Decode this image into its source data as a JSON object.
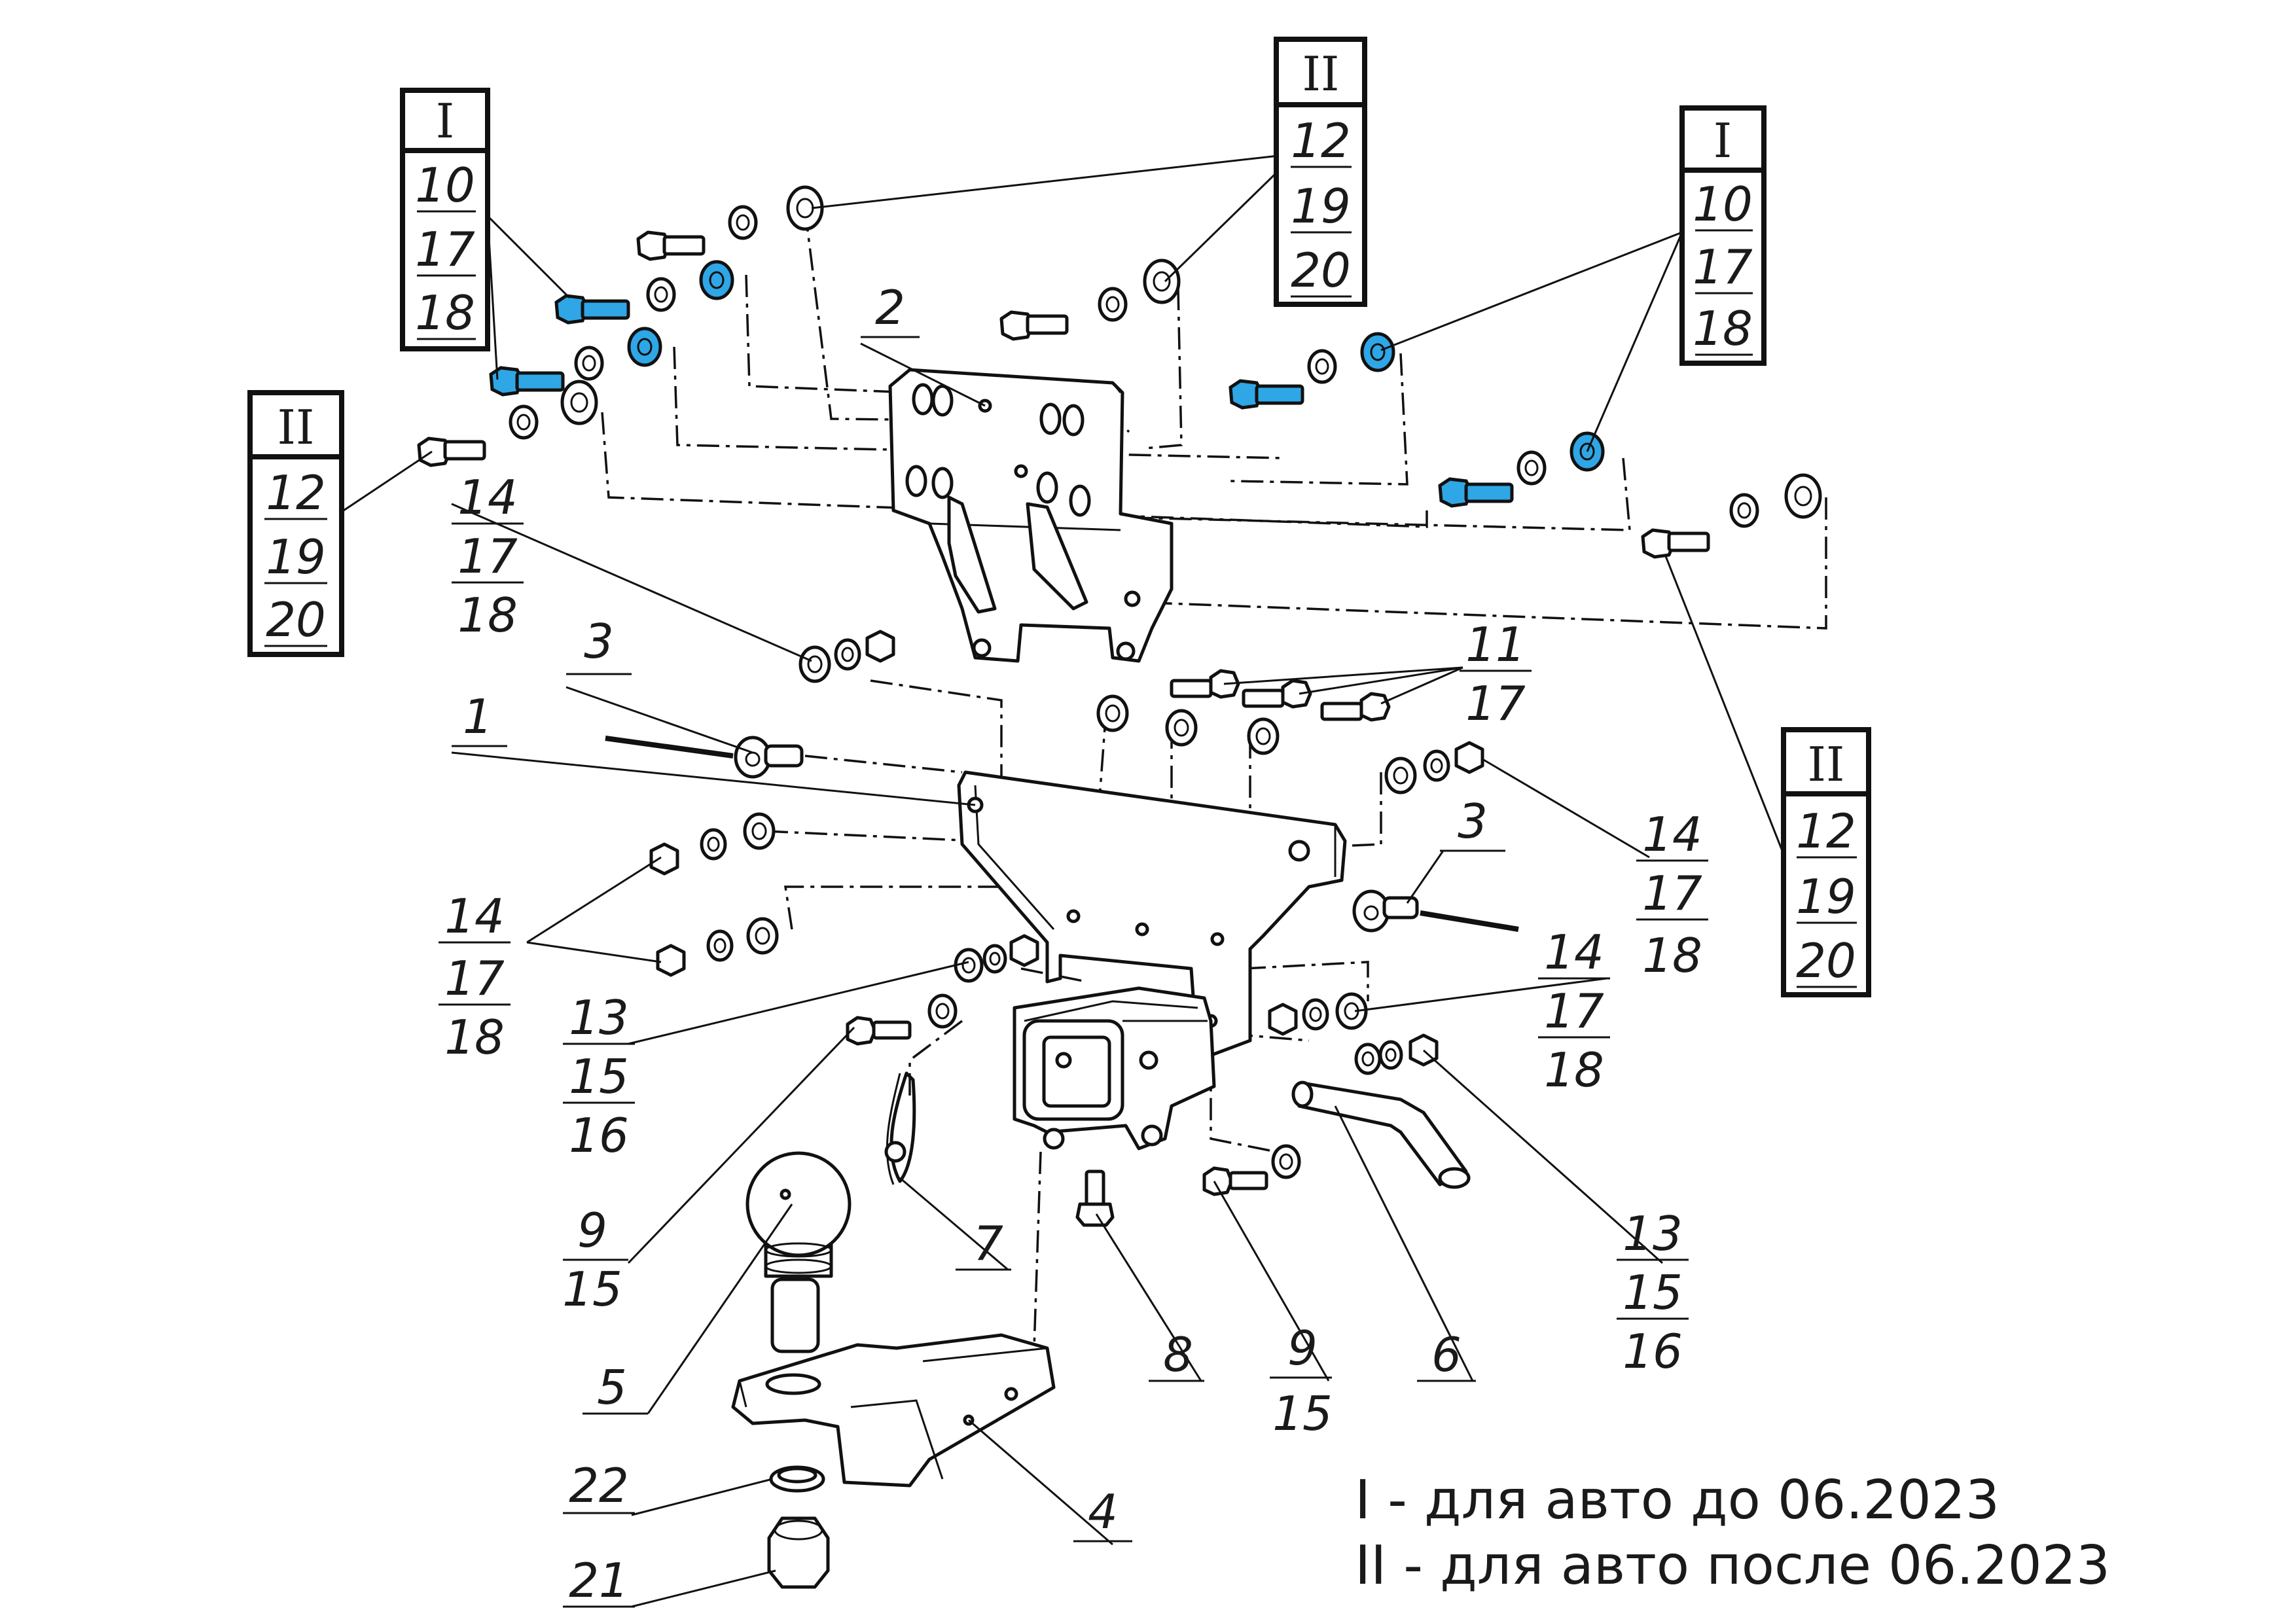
{
  "legend": {
    "variant_I": "I - для авто до 06.2023",
    "variant_II": "II - для авто после 06.2023"
  },
  "variant_boxes": [
    {
      "header": "I",
      "items": [
        "10",
        "17",
        "18"
      ]
    },
    {
      "header": "II",
      "items": [
        "12",
        "19",
        "20"
      ]
    },
    {
      "header": "I",
      "items": [
        "10",
        "17",
        "18"
      ]
    },
    {
      "header": "II",
      "items": [
        "12",
        "19",
        "20"
      ]
    },
    {
      "header": "II",
      "items": [
        "12",
        "19",
        "20"
      ]
    }
  ],
  "callouts": [
    {
      "lines": [
        "14",
        "17",
        "18"
      ]
    },
    {
      "lines": [
        "3"
      ]
    },
    {
      "lines": [
        "1"
      ]
    },
    {
      "lines": [
        "2"
      ]
    },
    {
      "lines": [
        "11",
        "17"
      ]
    },
    {
      "lines": [
        "14",
        "17",
        "18"
      ]
    },
    {
      "lines": [
        "3"
      ]
    },
    {
      "lines": [
        "14",
        "17",
        "18"
      ]
    },
    {
      "lines": [
        "13",
        "15",
        "16"
      ]
    },
    {
      "lines": [
        "14",
        "17",
        "18"
      ]
    },
    {
      "lines": [
        "9",
        "15"
      ]
    },
    {
      "lines": [
        "7"
      ]
    },
    {
      "lines": [
        "5"
      ]
    },
    {
      "lines": [
        "8"
      ]
    },
    {
      "lines": [
        "9",
        "15"
      ]
    },
    {
      "lines": [
        "6"
      ]
    },
    {
      "lines": [
        "13",
        "15",
        "16"
      ]
    },
    {
      "lines": [
        "4"
      ]
    },
    {
      "lines": [
        "22"
      ]
    },
    {
      "lines": [
        "21"
      ]
    }
  ],
  "colors": {
    "highlight_bolt": "#2fa6e6",
    "line": "#111111",
    "background": "#ffffff"
  }
}
